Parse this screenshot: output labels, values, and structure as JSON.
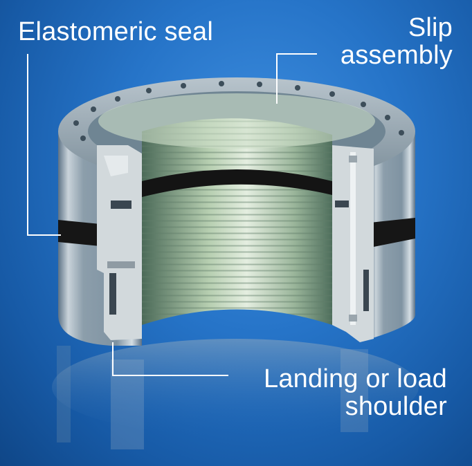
{
  "labels": {
    "elastomeric_seal": "Elastomeric seal",
    "slip_assembly_line1": "Slip",
    "slip_assembly_line2": "assembly",
    "landing_line1": "Landing or load",
    "landing_line2": "shoulder"
  },
  "colors": {
    "background": "#2674c8",
    "leader_lines": "#ffffff",
    "seal_band": "#141414",
    "metal": "#b9c6cf",
    "bore_green": "#a9c3a0"
  }
}
